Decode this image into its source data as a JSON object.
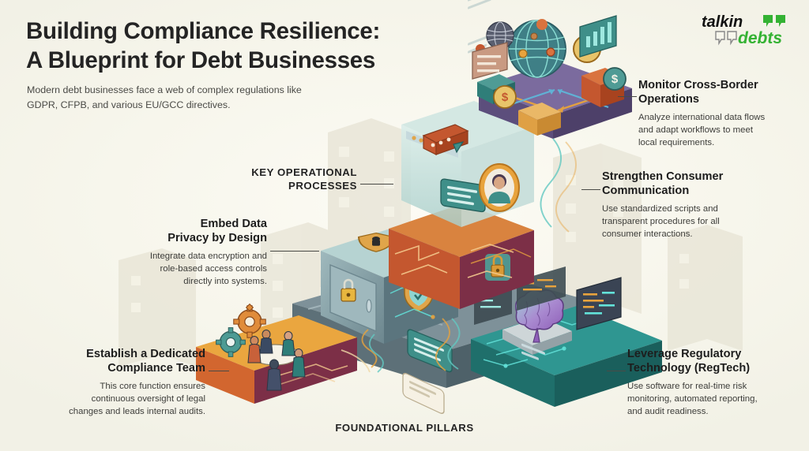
{
  "header": {
    "title_line1": "Building Compliance Resilience:",
    "title_line2": "A Blueprint for Debt Businesses",
    "subtitle_line1": "Modern debt businesses face a web of complex regulations like",
    "subtitle_line2": "GDPR, CFPB, and various EU/GCC directives."
  },
  "logo": {
    "word1": "talkin",
    "word2": "debts",
    "color_green": "#34b233",
    "color_dark": "#111111"
  },
  "section_labels": {
    "key_operational_line1": "KEY OPERATIONAL",
    "key_operational_line2": "PROCESSES",
    "foundational": "FOUNDATIONAL PILLARS"
  },
  "callouts": [
    {
      "id": "monitor-cross-border-operations",
      "side": "right",
      "title_line1": "Monitor Cross-Border",
      "title_line2": "Operations",
      "body_line1": "Analyze international data flows",
      "body_line2": "and adapt workflows to meet",
      "body_line3": "local requirements."
    },
    {
      "id": "strengthen-consumer-communication",
      "side": "right",
      "title_line1": "Strengthen Consumer",
      "title_line2": "Communication",
      "body_line1": "Use standardized scripts and",
      "body_line2": "transparent procedures for all",
      "body_line3": "consumer interactions."
    },
    {
      "id": "leverage-regulatory-technology",
      "side": "right",
      "title_line1": "Leverage Regulatory",
      "title_line2": "Technology (RegTech)",
      "body_line1": "Use software for real-time risk",
      "body_line2": "monitoring, automated reporting,",
      "body_line3": "and audit readiness."
    },
    {
      "id": "embed-data-privacy-by-design",
      "side": "left",
      "title_line1": "Embed Data",
      "title_line2": "Privacy by Design",
      "body_line1": "Integrate data encryption and",
      "body_line2": "role-based access controls",
      "body_line3": "directly into systems."
    },
    {
      "id": "establish-dedicated-compliance-team",
      "side": "left",
      "title_line1": "Establish a Dedicated",
      "title_line2": "Compliance Team",
      "body_line1": "This core function ensures",
      "body_line2": "continuous oversight of legal",
      "body_line3": "changes and leads internal audits."
    }
  ],
  "illustration": {
    "icons": [
      "globe-icon",
      "dollar-coin-icon",
      "bar-chart-panel-icon",
      "chat-bubble-icon",
      "user-avatar-icon",
      "padlock-icon",
      "shield-check-icon",
      "gear-icon",
      "people-team-icon",
      "brain-icon",
      "code-panel-icon",
      "circuit-trace-icon",
      "server-rack-icon"
    ],
    "palette": {
      "background": "#f7f6ec",
      "teal_platform": "#2a8a85",
      "teal_platform_dark": "#1f6f6b",
      "orange_platform": "#e8a33d",
      "orange_platform_side": "#d2662f",
      "maroon_side": "#7c2f47",
      "red_cube": "#c4572f",
      "slate_platform": "#5d7078",
      "slate_platform_light": "#93a5ab",
      "glass_cube": "#b9d6d2",
      "purple_platform": "#6b5b8e",
      "vault_cube": "#7d9aa3",
      "gold_lock": "#e0a33c",
      "brain_purple": "#9b6fc4",
      "line_teal": "#4fd8cf",
      "line_orange": "#e8a33d"
    }
  }
}
